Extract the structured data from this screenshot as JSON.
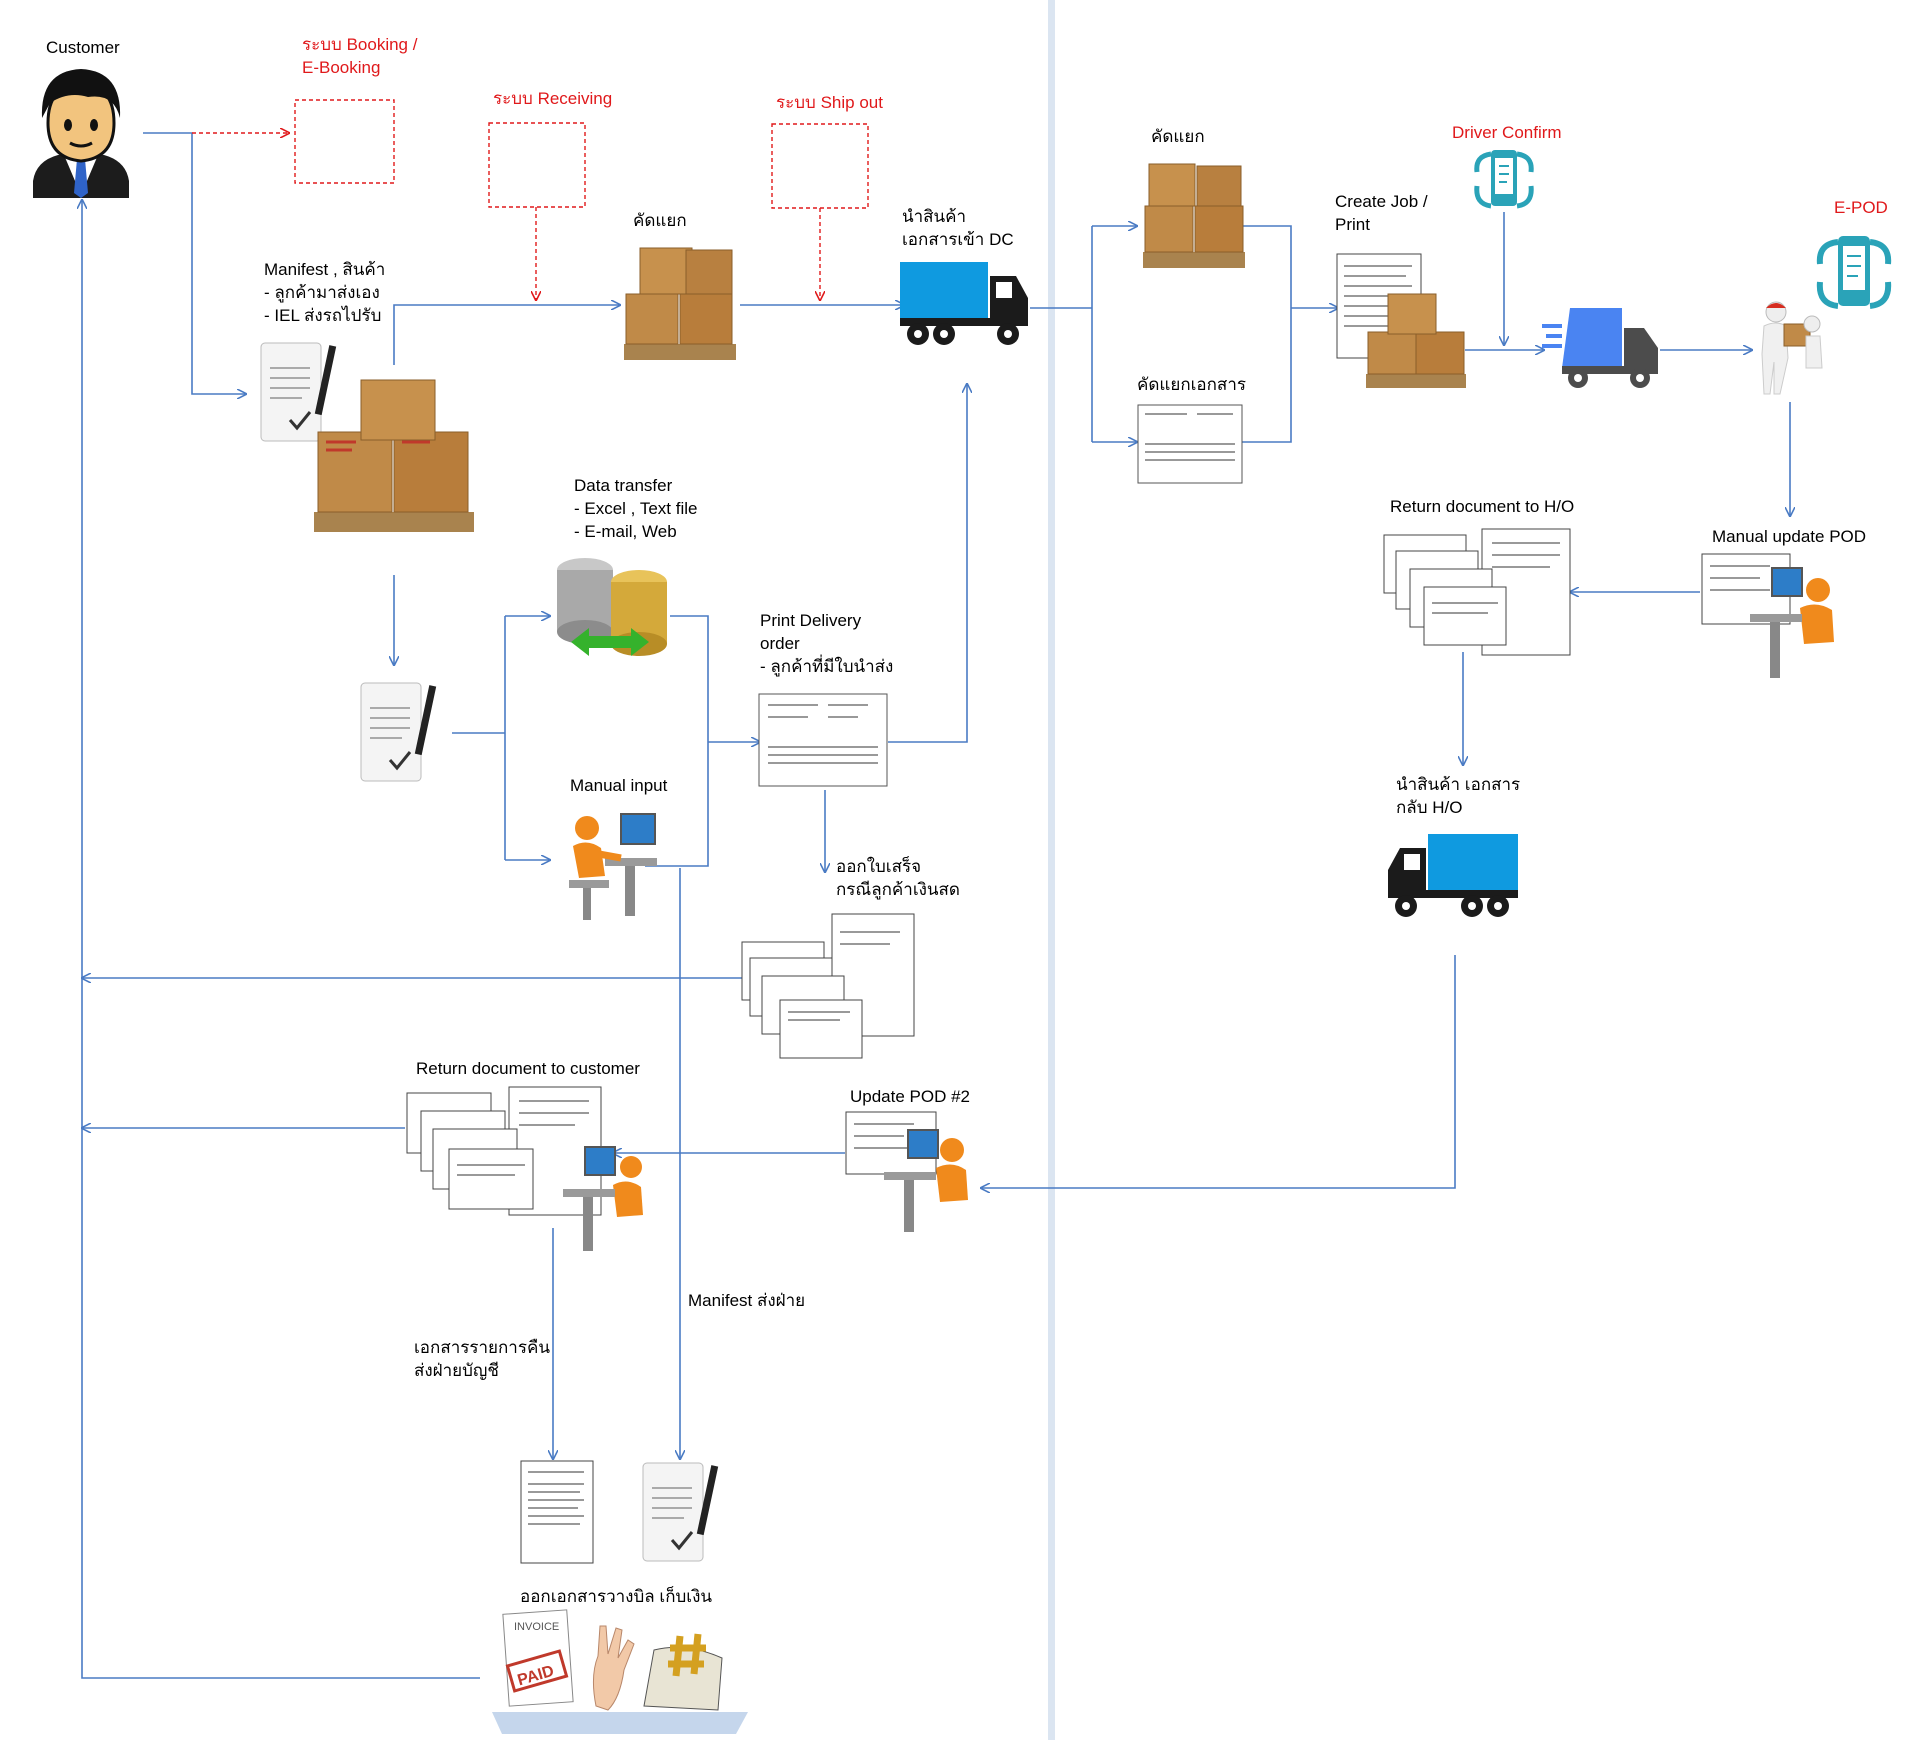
{
  "labels": {
    "customer": "Customer",
    "sys_booking": "ระบบ Booking /\nE-Booking",
    "sys_receiving": "ระบบ Receiving",
    "sys_shipout": "ระบบ Ship out",
    "manifest_goods": "Manifest , สินค้า\n- ลูกค้ามาส่งเอง\n- IEL ส่งรถไปรับ",
    "sort_1": "คัดแยก",
    "to_dc": "นำสินค้า\nเอกสารเข้า DC",
    "data_transfer": "Data transfer\n- Excel , Text file\n- E-mail, Web",
    "print_delivery": "Print Delivery\norder\n- ลูกค้าที่มีใบนำส่ง",
    "manual_input": "Manual  input",
    "receipt": "ออกใบเสร็จ\nกรณีลูกค้าเงินสด",
    "return_to_customer": "Return document to customer",
    "update_pod2": "Update POD #2",
    "manifest_dept": "Manifest ส่งฝ่าย",
    "docs_to_accounting": "เอกสารรายการคืน\nส่งฝ่ายบัญชี",
    "billing": "ออกเอกสารวางบิล เก็บเงิน",
    "sort_2": "คัดแยก",
    "sort_docs": "คัดแยกเอกสาร",
    "create_job": "Create Job /\nPrint",
    "driver_confirm": "Driver Confirm",
    "epod": "E-POD",
    "return_ho": "Return document to H/O",
    "manual_pod": "Manual update POD",
    "goods_back_ho": "นำสินค้า เอกสาร\nกลับ H/O"
  },
  "stamps": {
    "invoice": "INVOICE",
    "paid": "PAID"
  },
  "colors": {
    "arrow": "#4a7bc4",
    "red_dashed": "#e0191b",
    "divider": "#dbe5f1",
    "truck_blue": "#0f9ae0",
    "box_brown": "#b5823f",
    "worker_orange": "#f08a1c",
    "epod_teal": "#2aa3b8"
  }
}
